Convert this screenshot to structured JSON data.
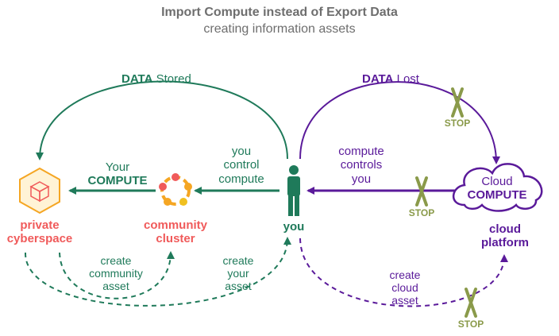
{
  "header": {
    "title": "Import Compute instead of Export Data",
    "subtitle": "creating information assets"
  },
  "labels": {
    "data_stored_bold": "DATA",
    "data_stored_rest": " Stored",
    "data_lost_bold": "DATA",
    "data_lost_rest": " Lost",
    "your_compute_line1": "Your",
    "your_compute_line2": "COMPUTE",
    "you_control_line1": "you",
    "you_control_line2": "control",
    "you_control_line3": "compute",
    "compute_controls_line1": "compute",
    "compute_controls_line2": "controls",
    "compute_controls_line3": "you",
    "cloud_compute_line1": "Cloud",
    "cloud_compute_line2": "COMPUTE",
    "private_cyberspace_line1": "private",
    "private_cyberspace_line2": "cyberspace",
    "community_cluster_line1": "community",
    "community_cluster_line2": "cluster",
    "you": "you",
    "cloud_platform_line1": "cloud",
    "cloud_platform_line2": "platform",
    "create_community_line1": "create",
    "create_community_line2": "community",
    "create_community_line3": "asset",
    "create_your_line1": "create",
    "create_your_line2": "your",
    "create_your_line3": "asset",
    "create_cloud_line1": "create",
    "create_cloud_line2": "cloud",
    "create_cloud_line3": "asset",
    "stop": "STOP"
  },
  "colors": {
    "green": "#1f7a5a",
    "purple": "#5a1a9a",
    "red": "#f05a5a",
    "orange": "#f5a623",
    "olive": "#8a9a4a",
    "gray": "#6e6e6e"
  },
  "icons": [
    "hexagon-cube-icon",
    "community-ring-icon",
    "person-icon",
    "cloud-icon",
    "stop-x-icon"
  ]
}
